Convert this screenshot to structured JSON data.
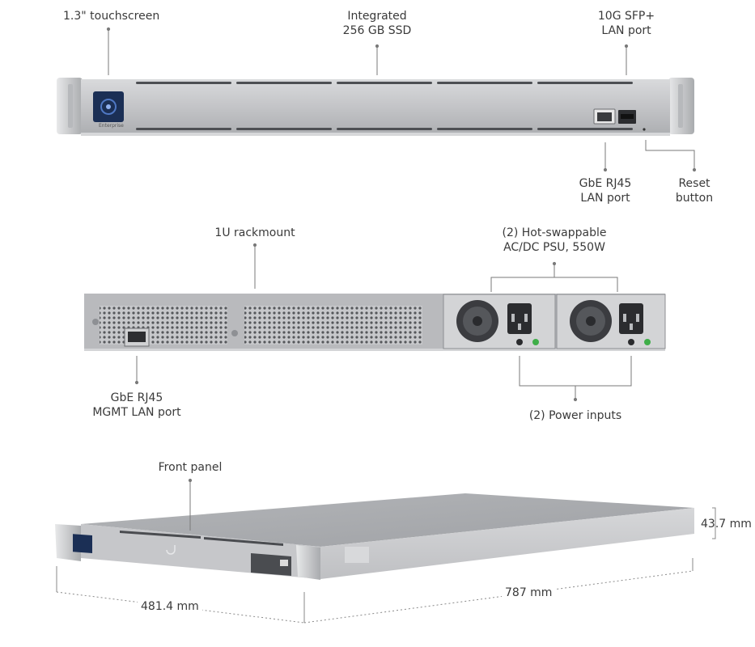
{
  "labels": {
    "touchscreen": "1.3\" touchscreen",
    "ssd_line1": "Integrated",
    "ssd_line2": "256 GB SSD",
    "sfp_line1": "10G SFP+",
    "sfp_line2": "LAN port",
    "rj45_front_line1": "GbE RJ45",
    "rj45_front_line2": "LAN port",
    "reset_line1": "Reset",
    "reset_line2": "button",
    "rackmount": "1U rackmount",
    "psu_line1": "(2) Hot-swappable",
    "psu_line2": "AC/DC PSU, 550W",
    "mgmt_line1": "GbE RJ45",
    "mgmt_line2": "MGMT LAN port",
    "power_inputs": "(2) Power inputs",
    "front_panel": "Front panel",
    "height": "43.7 mm",
    "width": "481.4 mm",
    "depth": "787 mm"
  },
  "device": {
    "screen_text": "Enterprise"
  },
  "colors": {
    "chassis": "#c9cacc",
    "chassis_dark": "#9c9ea2",
    "screen": "#1b2f55",
    "leader": "#7a7a7a",
    "psu_green": "#3fae49"
  }
}
